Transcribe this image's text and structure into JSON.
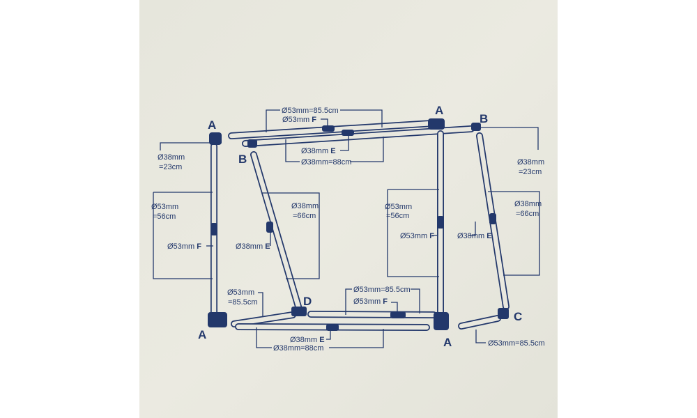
{
  "corners": {
    "A": "A",
    "B": "B",
    "C": "C",
    "D": "D"
  },
  "labels": {
    "d53_855": "Ø53mm=85.5cm",
    "d53_f": "Ø53mm",
    "f": "F",
    "d38_e": "Ø38mm",
    "e": "E",
    "d38_88": "Ø38mm=88cm",
    "d38": "Ø38mm",
    "eq23": "=23cm",
    "d53": "Ø53mm",
    "eq56": "=56cm",
    "eq66": "=66cm",
    "eq855": "=85.5cm"
  },
  "colors": {
    "ink": "#23386b",
    "paper": "#e9e8df"
  }
}
